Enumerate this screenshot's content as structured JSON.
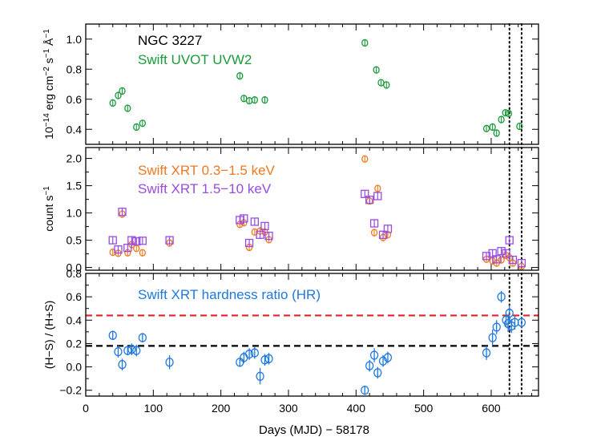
{
  "chart_data": {
    "type": "scatter",
    "x_axis": {
      "label": "Days (MJD) − 58178",
      "range": [
        0,
        670
      ],
      "ticks": [
        0,
        100,
        200,
        300,
        400,
        500,
        600
      ],
      "tick_labels": [
        "0",
        "100",
        "200",
        "300",
        "400",
        "500",
        "600"
      ]
    },
    "vertical_lines": [
      627,
      645
    ],
    "panels": [
      {
        "id": "uvw2",
        "ylim": [
          0.3,
          1.1
        ],
        "yticks": [
          0.4,
          0.6,
          0.8,
          1.0
        ],
        "ytick_labels": [
          "0.4",
          "0.6",
          "0.8",
          "1.0"
        ],
        "ylabel_parts": [
          "10",
          "−14",
          " erg cm",
          "−2",
          " s",
          "−1",
          " Å",
          "−1"
        ],
        "labels": [
          {
            "text": "NGC 3227",
            "color": "#000000"
          },
          {
            "text": "Swift UVOT UVW2",
            "color": "#1a9a3a"
          }
        ],
        "series": [
          {
            "name": "Swift UVOT UVW2",
            "color": "#1a9a3a",
            "marker": "circle",
            "x": [
              40,
              48,
              54,
              62,
              75,
              84,
              228,
              234,
              242,
              250,
              265,
              413,
              430,
              437,
              445,
              593,
              602,
              608,
              615,
              621,
              626,
              642
            ],
            "y": [
              0.575,
              0.625,
              0.655,
              0.54,
              0.415,
              0.44,
              0.755,
              0.605,
              0.59,
              0.595,
              0.595,
              0.975,
              0.795,
              0.71,
              0.695,
              0.405,
              0.415,
              0.375,
              0.465,
              0.51,
              0.505,
              0.42
            ]
          }
        ]
      },
      {
        "id": "xrt",
        "ylim": [
          -0.05,
          2.2
        ],
        "yticks": [
          0.0,
          0.5,
          1.0,
          1.5,
          2.0
        ],
        "ytick_labels": [
          "0.0",
          "0.5",
          "1.0",
          "1.5",
          "2.0"
        ],
        "ylabel_parts": [
          "count s",
          "−1"
        ],
        "labels": [
          {
            "text": "Swift XRT 0.3−1.5 keV",
            "color": "#f07820"
          },
          {
            "text": "Swift XRT 1.5−10 keV",
            "color": "#9a4be0"
          }
        ],
        "series": [
          {
            "name": "Swift XRT 0.3−1.5 keV",
            "color": "#f07820",
            "marker": "circle",
            "x": [
              40,
              48,
              54,
              62,
              68,
              75,
              84,
              124,
              228,
              234,
              242,
              250,
              258,
              265,
              271,
              413,
              420,
              427,
              432,
              440,
              447,
              593,
              602,
              608,
              615,
              622,
              627,
              632,
              645
            ],
            "y": [
              0.28,
              0.26,
              0.98,
              0.27,
              0.42,
              0.35,
              0.27,
              0.45,
              0.79,
              0.82,
              0.37,
              0.65,
              0.67,
              0.65,
              0.51,
              1.99,
              1.22,
              0.64,
              1.45,
              0.55,
              0.6,
              0.15,
              0.12,
              0.08,
              0.14,
              0.22,
              0.18,
              0.08,
              0.02
            ]
          },
          {
            "name": "Swift XRT 1.5−10 keV",
            "color": "#9a4be0",
            "marker": "square",
            "x": [
              40,
              48,
              54,
              62,
              68,
              75,
              84,
              124,
              228,
              234,
              242,
              250,
              258,
              265,
              271,
              413,
              420,
              427,
              432,
              440,
              447,
              593,
              602,
              608,
              615,
              622,
              627,
              632,
              645
            ],
            "y": [
              0.5,
              0.33,
              1.02,
              0.36,
              0.5,
              0.48,
              0.49,
              0.5,
              0.87,
              0.9,
              0.45,
              0.84,
              0.6,
              0.76,
              0.58,
              1.35,
              1.24,
              0.81,
              1.31,
              0.6,
              0.71,
              0.21,
              0.26,
              0.15,
              0.3,
              0.26,
              0.5,
              0.14,
              0.08
            ]
          }
        ]
      },
      {
        "id": "hr",
        "ylim": [
          -0.25,
          0.8
        ],
        "yticks": [
          -0.2,
          0.0,
          0.2,
          0.4,
          0.6,
          0.8
        ],
        "ytick_labels": [
          "−0.2",
          "0.0",
          "0.2",
          "0.4",
          "0.6",
          "0.8"
        ],
        "ylabel_parts": [
          "(H−S) / (H+S)"
        ],
        "labels": [
          {
            "text": "Swift XRT hardness ratio (HR)",
            "color": "#1f78e0"
          }
        ],
        "hlines": [
          {
            "y": 0.44,
            "color": "#e8202a"
          },
          {
            "y": 0.18,
            "color": "#000000"
          }
        ],
        "series": [
          {
            "name": "Swift XRT hardness ratio (HR)",
            "color": "#1f78e0",
            "marker": "circle",
            "x": [
              40,
              48,
              54,
              62,
              68,
              75,
              84,
              124,
              228,
              234,
              242,
              250,
              258,
              265,
              271,
              413,
              420,
              427,
              432,
              440,
              447,
              593,
              602,
              608,
              615,
              622,
              625,
              627,
              630,
              635,
              645
            ],
            "y": [
              0.27,
              0.13,
              0.02,
              0.14,
              0.15,
              0.14,
              0.25,
              0.04,
              0.04,
              0.08,
              0.11,
              0.12,
              -0.08,
              0.06,
              0.07,
              -0.2,
              0.01,
              0.1,
              -0.05,
              0.05,
              0.08,
              0.12,
              0.25,
              0.34,
              0.6,
              0.4,
              0.37,
              0.46,
              0.35,
              0.38,
              0.38
            ],
            "yerr": [
              0.04,
              0.05,
              0.05,
              0.04,
              0.05,
              0.05,
              0.04,
              0.06,
              0.04,
              0.05,
              0.05,
              0.05,
              0.07,
              0.05,
              0.05,
              0.04,
              0.05,
              0.06,
              0.05,
              0.05,
              0.05,
              0.06,
              0.07,
              0.06,
              0.05,
              0.06,
              0.07,
              0.07,
              0.06,
              0.06,
              0.05
            ]
          }
        ]
      }
    ]
  }
}
